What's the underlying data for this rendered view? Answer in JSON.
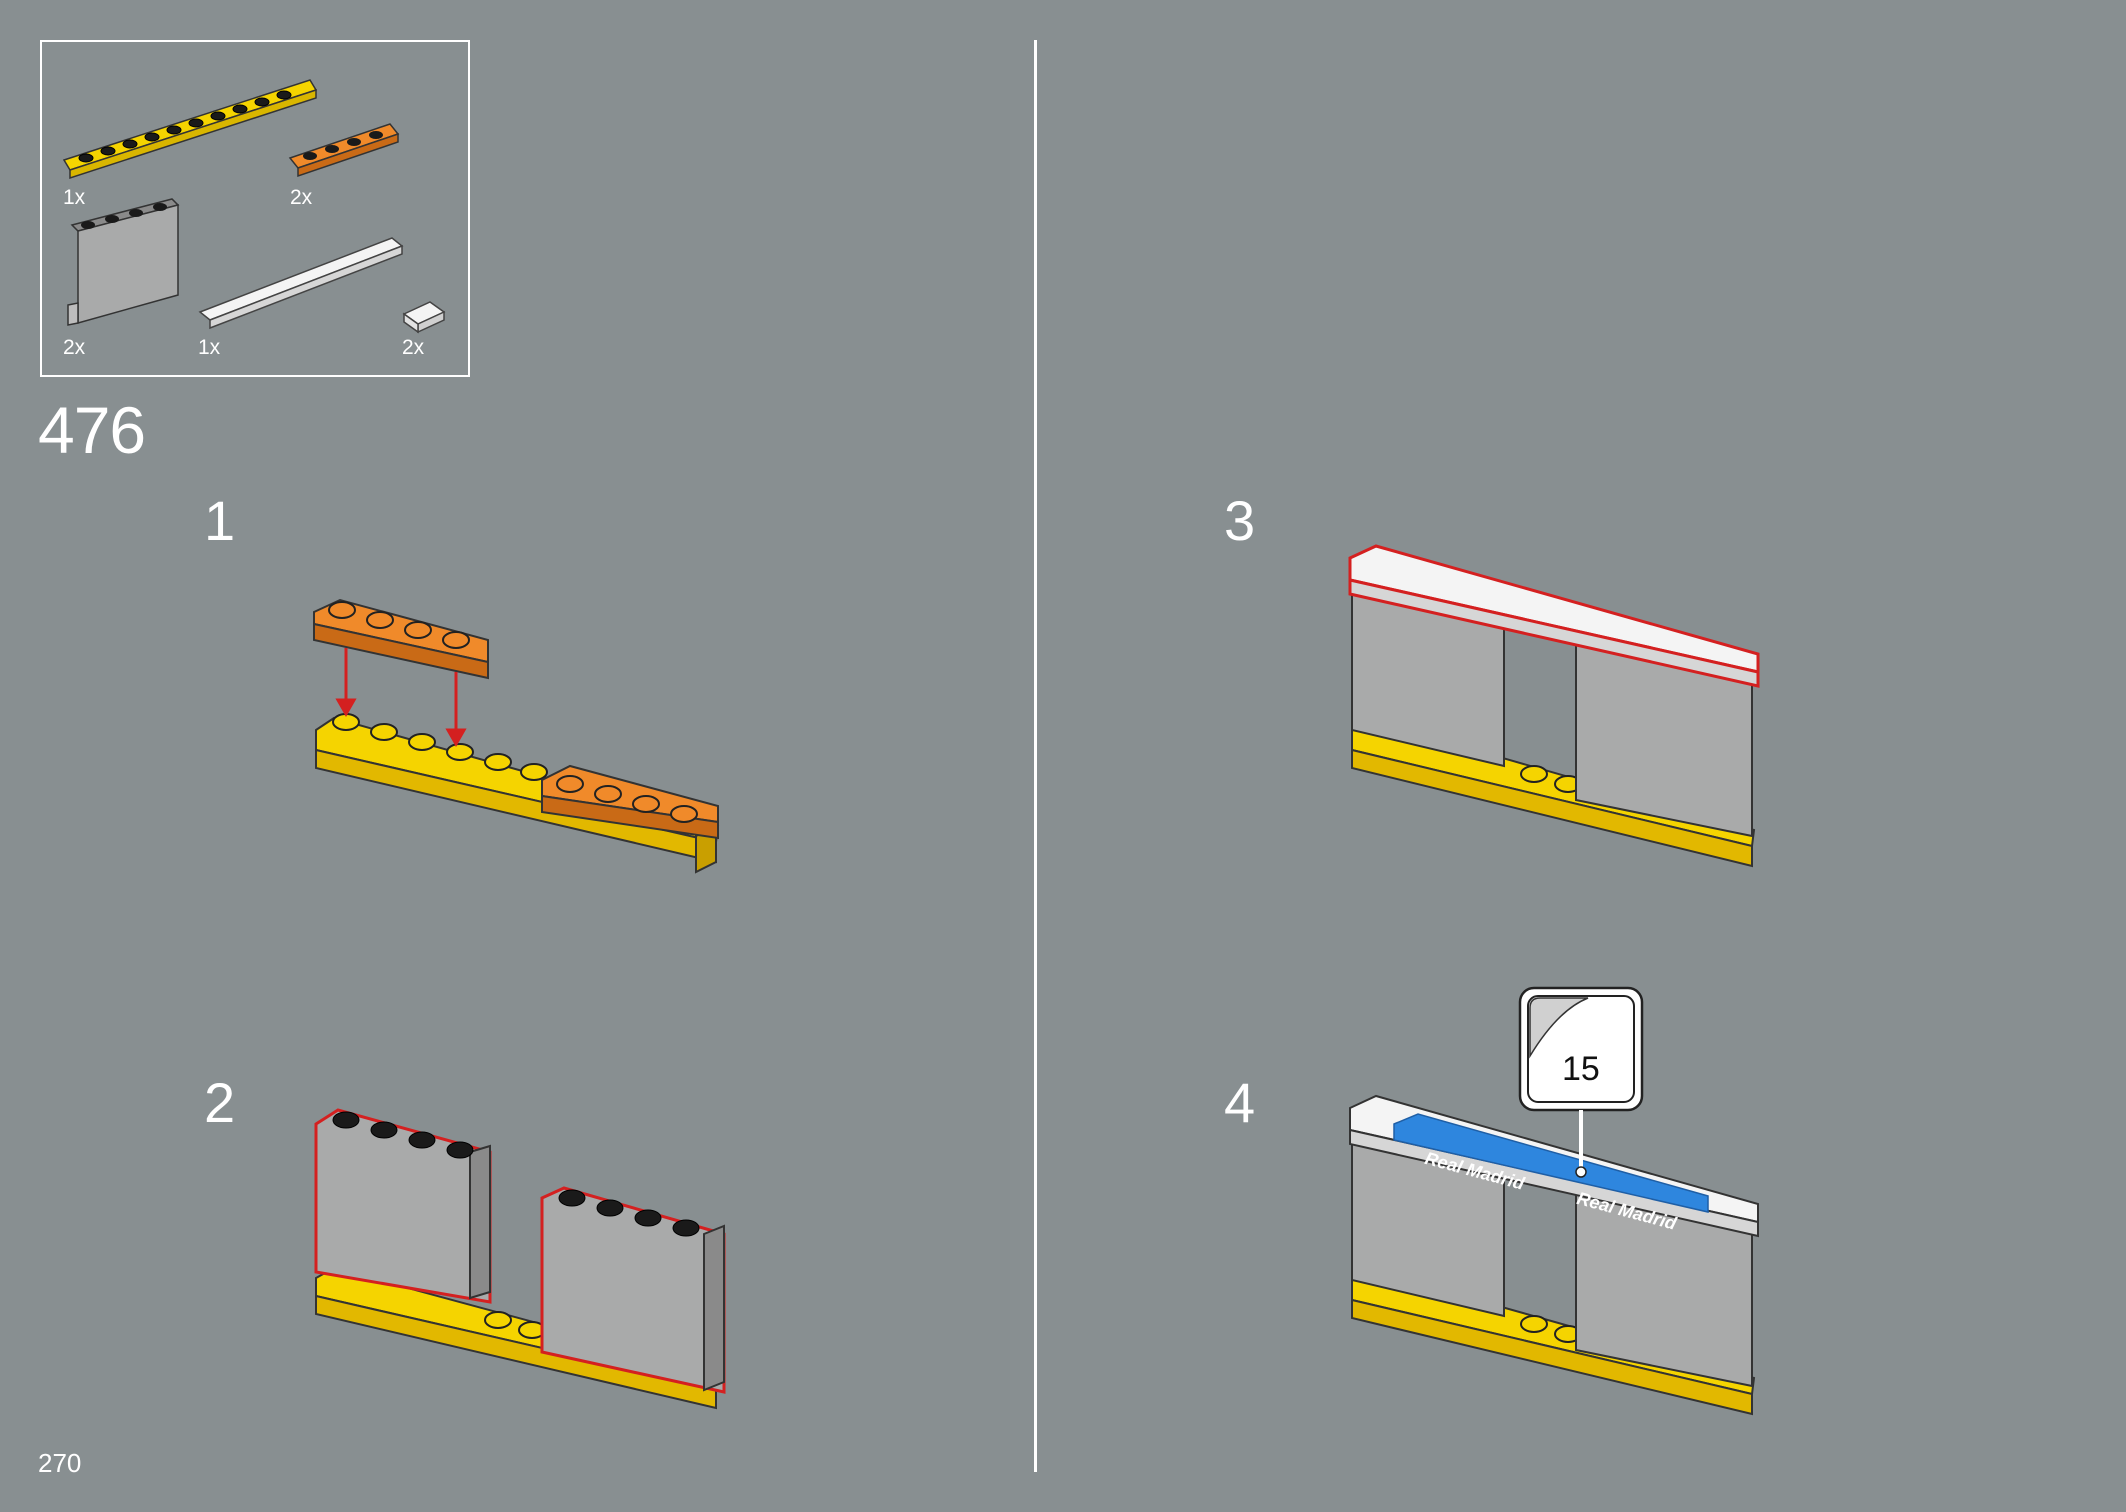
{
  "page": {
    "step_number": "476",
    "page_number": "270"
  },
  "parts_list": [
    {
      "name": "yellow-plate-1x10",
      "qty": "1x"
    },
    {
      "name": "orange-plate-1x4",
      "qty": "2x"
    },
    {
      "name": "gray-panel-1x4x3",
      "qty": "2x"
    },
    {
      "name": "white-tile-1x10",
      "qty": "1x"
    },
    {
      "name": "white-tile-1x1",
      "qty": "2x"
    }
  ],
  "substeps": [
    {
      "label": "1"
    },
    {
      "label": "2"
    },
    {
      "label": "3"
    },
    {
      "label": "4"
    }
  ],
  "sticker_callout": {
    "number": "15",
    "sticker_text": "Real Madrid"
  },
  "colors": {
    "background": "#888f91",
    "yellow": "#f5d400",
    "orange": "#f08a2a",
    "gray_panel": "#a9aaaa",
    "highlight": "#d42020"
  }
}
